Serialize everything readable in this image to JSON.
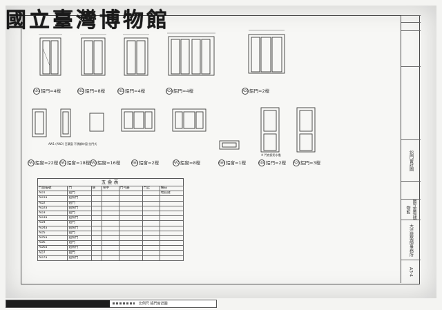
{
  "logo": {
    "text": "國立臺灣博物館"
  },
  "doors": [
    {
      "code": "AD1",
      "label": "鋁門=4樘"
    },
    {
      "code": "AD2",
      "label": "鋁門=8樘"
    },
    {
      "code": "AD3",
      "label": "鋁門=4樘"
    },
    {
      "code": "AD4",
      "label": "鋁門=4樘"
    },
    {
      "code": "AD5",
      "label": "鋁門=2樘"
    }
  ],
  "windows": [
    {
      "code": "AW1",
      "label": "鋁窗=22樘"
    },
    {
      "code": "AW2",
      "label": "鋁窗=18樘"
    },
    {
      "code": "AW3",
      "label": "鋁窗=16樘"
    },
    {
      "code": "AW4",
      "label": "鋁窗=2樘"
    },
    {
      "code": "AW5",
      "label": "鋁窗=8樘"
    },
    {
      "code": "AW6",
      "label": "鋁窗=1樘"
    },
    {
      "code": "AD6",
      "label": "鋁門=2樘"
    },
    {
      "code": "AD7",
      "label": "鋁門=3樘"
    }
  ],
  "note_left": "AW1 (AW2) 百葉窗 不銹鋼紗窗 拉門式",
  "note_ad6": "※ 門底設防水檻",
  "schedule": {
    "title": "五金表",
    "headers": [
      "門窗編號",
      "門",
      "鎖",
      "把手",
      "門弓器",
      "門止",
      "備註"
    ],
    "rows": [
      [
        "AD1",
        "鋁門",
        "",
        "",
        "",
        "",
        "地鉸鏈"
      ],
      [
        "AD1a",
        "鋁製門",
        "",
        "",
        "",
        "",
        ""
      ],
      [
        "AD2",
        "鋁門",
        "",
        "",
        "",
        "",
        ""
      ],
      [
        "AD2a",
        "鋁製門",
        "",
        "",
        "",
        "",
        ""
      ],
      [
        "AD3",
        "鋁門",
        "",
        "",
        "",
        "",
        ""
      ],
      [
        "AD3a",
        "鋁製門",
        "",
        "",
        "",
        "",
        ""
      ],
      [
        "AD4",
        "鋁門",
        "",
        "",
        "",
        "",
        ""
      ],
      [
        "AD4a",
        "鋁製門",
        "",
        "",
        "",
        "",
        ""
      ],
      [
        "AD5",
        "鋁門",
        "",
        "",
        "",
        "",
        ""
      ],
      [
        "AD5a",
        "鋁製門",
        "",
        "",
        "",
        "",
        ""
      ],
      [
        "AD6",
        "鋁門",
        "",
        "",
        "",
        "",
        ""
      ],
      [
        "AD6a",
        "鋁製門",
        "",
        "",
        "",
        "",
        ""
      ],
      [
        "AD7",
        "鋁門",
        "",
        "",
        "",
        "",
        ""
      ],
      [
        "AD7a",
        "鋁製門",
        "",
        "",
        "",
        "",
        ""
      ]
    ]
  },
  "title_block": {
    "drawing_name": "鋁門窗詳圖",
    "office": "大洋建築師事務所",
    "project": "國立臺灣博物館",
    "sheet_no": "A3-4"
  },
  "bottom_bar": {
    "label": "比例尺 鋁門窗詳圖"
  }
}
